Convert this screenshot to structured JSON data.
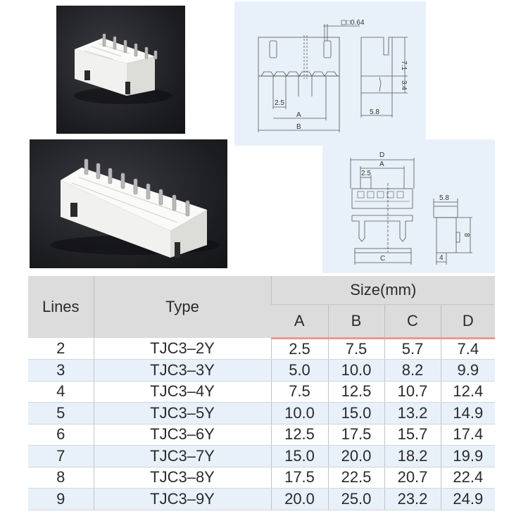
{
  "photos": [
    {
      "id": "photo-6pin",
      "label": "6-pin white connector photo",
      "pins": 6
    },
    {
      "id": "photo-9pin",
      "label": "9-pin white connector photo",
      "pins": 9
    }
  ],
  "drawing_top": {
    "pin_square": "□0.64",
    "pitch": "2.5",
    "dim_a": "A",
    "dim_b": "B",
    "height_upper": "7.1",
    "height_lower": "3.4",
    "depth": "5.8"
  },
  "drawing_bottom": {
    "dim_d": "D",
    "dim_a": "A",
    "pitch": "2.5",
    "dim_c": "C",
    "depth": "5.8",
    "height": "8",
    "base": "4"
  },
  "table": {
    "header": {
      "lines": "Lines",
      "type": "Type",
      "size": "Size(mm)",
      "cols": [
        "A",
        "B",
        "C",
        "D"
      ]
    },
    "accent_color": "#e79a92",
    "alt_row_color": "#e8f1fa",
    "rows": [
      {
        "lines": "2",
        "type": "TJC3–2Y",
        "a": "2.5",
        "b": "7.5",
        "c": "5.7",
        "d": "7.4"
      },
      {
        "lines": "3",
        "type": "TJC3–3Y",
        "a": "5.0",
        "b": "10.0",
        "c": "8.2",
        "d": "9.9"
      },
      {
        "lines": "4",
        "type": "TJC3–4Y",
        "a": "7.5",
        "b": "12.5",
        "c": "10.7",
        "d": "12.4"
      },
      {
        "lines": "5",
        "type": "TJC3–5Y",
        "a": "10.0",
        "b": "15.0",
        "c": "13.2",
        "d": "14.9"
      },
      {
        "lines": "6",
        "type": "TJC3–6Y",
        "a": "12.5",
        "b": "17.5",
        "c": "15.7",
        "d": "17.4"
      },
      {
        "lines": "7",
        "type": "TJC3–7Y",
        "a": "15.0",
        "b": "20.0",
        "c": "18.2",
        "d": "19.9"
      },
      {
        "lines": "8",
        "type": "TJC3–8Y",
        "a": "17.5",
        "b": "22.5",
        "c": "20.7",
        "d": "22.4"
      },
      {
        "lines": "9",
        "type": "TJC3–9Y",
        "a": "20.0",
        "b": "25.0",
        "c": "23.2",
        "d": "24.9"
      }
    ]
  }
}
